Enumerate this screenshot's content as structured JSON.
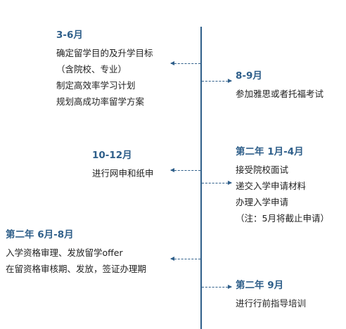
{
  "timeline": {
    "events": [
      {
        "period": "3-6月",
        "side": "left",
        "lines": [
          "确定留学目的及升学目标",
          "（含院校、专业）",
          "制定高效率学习计划",
          "规划高成功率留学方案"
        ]
      },
      {
        "period": "8-9月",
        "side": "right",
        "lines": [
          "参加雅思或者托福考试"
        ]
      },
      {
        "period": "10-12月",
        "side": "left",
        "lines": [
          "进行网申和纸申"
        ]
      },
      {
        "period": "第二年 1月-4月",
        "side": "right",
        "lines": [
          "接受院校面试",
          "递交入学申请材料",
          "办理入学申请",
          "（注：5月将截止申请）"
        ]
      },
      {
        "period": "第二年 6月-8月",
        "side": "left",
        "lines": [
          "入学资格审理、发放留学offer",
          "在留资格审核期、发放，签证办理期"
        ]
      },
      {
        "period": "第二年 9月",
        "side": "right",
        "lines": [
          "进行行前指导培训"
        ]
      }
    ]
  },
  "colors": {
    "accent": "#2f5f8a",
    "text": "#222222",
    "background": "#ffffff"
  }
}
